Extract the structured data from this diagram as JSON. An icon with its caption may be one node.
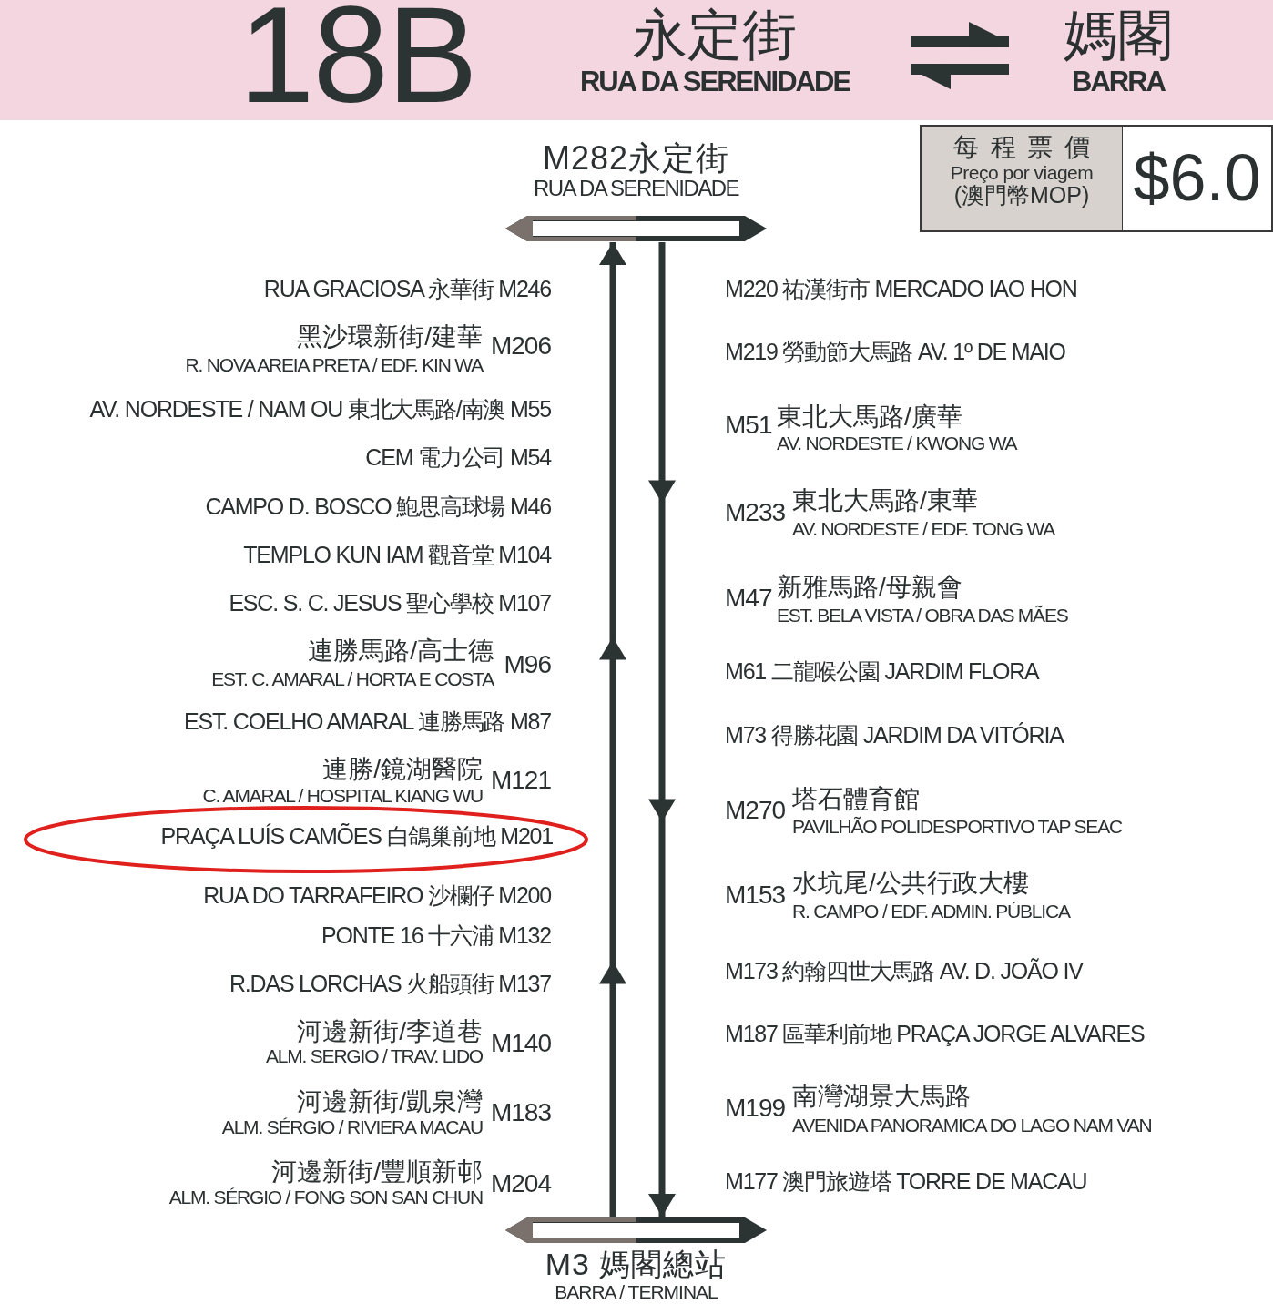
{
  "diagram": {
    "nodes": [
      {
        "text": [
          "永定街",
          "RUA DA SERENIDADE"
        ]
      },
      {
        "text": [
          "媽閣",
          "BARRA"
        ]
      },
      {
        "text": [
          "每程票價",
          "Preço por viagem",
          "(澳門幣MOP)"
        ]
      },
      {
        "text": [
          "$6.0"
        ]
      },
      {
        "text": [
          "M282永定街",
          "RUA DA SERENIDADE"
        ]
      },
      {
        "text": [
          "PRAÇA LUÍS CAMÕES 白鴿巢前地 M201"
        ]
      },
      {
        "text": [
          "M3 媽閣總站",
          "BARRA / TERMINAL"
        ]
      }
    ],
    "edges": [
      {
        "from": 0,
        "to": 1,
        "arrow": "to"
      },
      {
        "from": 1,
        "to": 0,
        "arrow": "to"
      },
      {
        "from": 4,
        "to": 6,
        "arrow": "to"
      },
      {
        "from": 6,
        "to": 4,
        "arrow": "to"
      }
    ],
    "labels": [
      "18B",
      "RUA GRACIOSA 永華街 M246",
      "黑沙環新街/建華",
      "R. NOVA AREIA PRETA / EDF. KIN WA",
      "M206",
      "AV. NORDESTE / NAM OU 東北大馬路/南澳 M55",
      "CEM 電力公司 M54",
      "CAMPO D. BOSCO 鮑思高球場 M46",
      "TEMPLO KUN IAM 觀音堂 M104",
      "ESC. S. C. JESUS 聖心學校 M107",
      "連勝馬路/高士德",
      "EST. C. AMARAL / HORTA E COSTA",
      "M96",
      "EST. COELHO AMARAL 連勝馬路 M87",
      "連勝/鏡湖醫院",
      "C. AMARAL / HOSPITAL KIANG WU",
      "M121",
      "RUA DO TARRAFEIRO 沙欄仔 M200",
      "PONTE 16 十六浦 M132",
      "R.DAS LORCHAS 火船頭街 M137",
      "河邊新街/李道巷",
      "ALM. SERGIO / TRAV. LIDO",
      "M140",
      "河邊新街/凱泉灣",
      "ALM. SÉRGIO / RIVIERA MACAU",
      "M183",
      "河邊新街/豐順新邨",
      "ALM. SÉRGIO / FONG SON SAN CHUN",
      "M204",
      "M220 祐漢街市 MERCADO IAO HON",
      "M219 勞動節大馬路 AV. 1º DE MAIO",
      "M51",
      "東北大馬路/廣華",
      "AV. NORDESTE / KWONG WA",
      "M233",
      "東北大馬路/東華",
      "AV. NORDESTE / EDF. TONG WA",
      "M47",
      "新雅馬路/母親會",
      "EST. BELA VISTA / OBRA DAS MÃES",
      "M61 二龍喉公園 JARDIM FLORA",
      "M73 得勝花園 JARDIM DA VITÓRIA",
      "M270",
      "塔石體育館",
      "PAVILHÃO POLIDESPORTIVO TAP SEAC",
      "M153",
      "水坑尾/公共行政大樓",
      "R. CAMPO / EDF. ADMIN. PÚBLICA",
      "M173 約翰四世大馬路 AV. D. JOÃO IV",
      "M187 區華利前地 PRAÇA JORGE ALVARES",
      "M199",
      "南灣湖景大馬路",
      "AVENIDA PANORAMICA DO LAGO NAM VAN",
      "M177 澳門旅遊塔 TORRE DE MACAU"
    ]
  }
}
